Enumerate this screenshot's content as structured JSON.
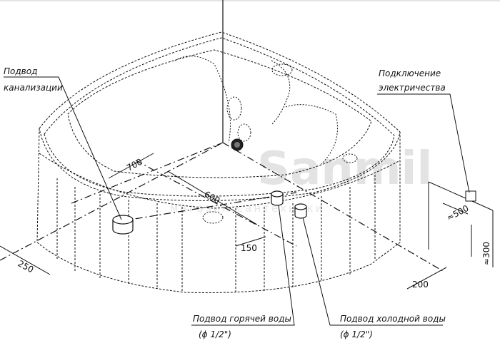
{
  "labels": {
    "drain_line1": "Подвод",
    "drain_line2": "канализации",
    "power_line1": "Подключение",
    "power_line2": "электричества",
    "hot_line1": "Подвод горячей воды",
    "hot_line2": "(ϕ 1/2\")",
    "cold_line1": "Подвод холодной воды",
    "cold_line2": "(ϕ  1/2\")"
  },
  "dimensions": {
    "d700": "700",
    "d600": "600",
    "d150": "150",
    "d250": "250",
    "d200": "200",
    "d500": "≈500",
    "d300": "≈300"
  },
  "watermark": {
    "brand": "Sanmil",
    "tagline": "магазин сантехники"
  }
}
